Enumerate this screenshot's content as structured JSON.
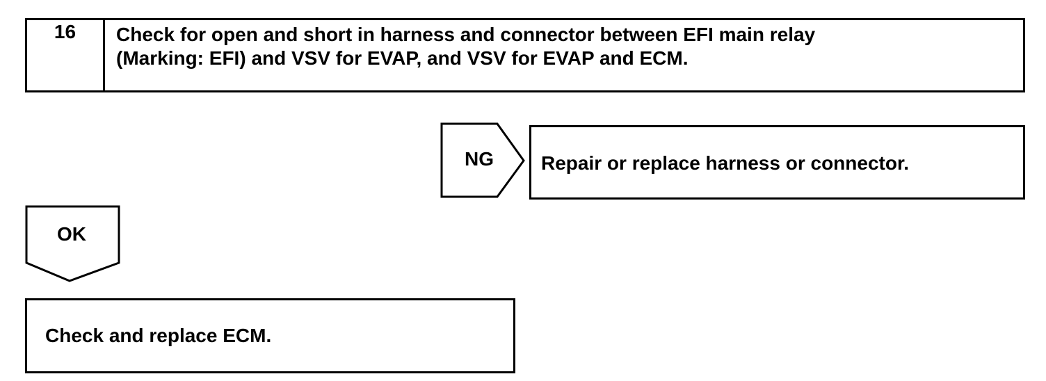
{
  "step": {
    "number": "16",
    "lines": [
      "Check for open and short in harness and connector between EFI main relay",
      "(Marking: EFI) and VSV for EVAP, and VSV for EVAP and ECM."
    ]
  },
  "ng_branch": {
    "label": "NG",
    "action": "Repair or replace harness or connector."
  },
  "ok_branch": {
    "label": "OK",
    "action": "Check and replace ECM."
  }
}
